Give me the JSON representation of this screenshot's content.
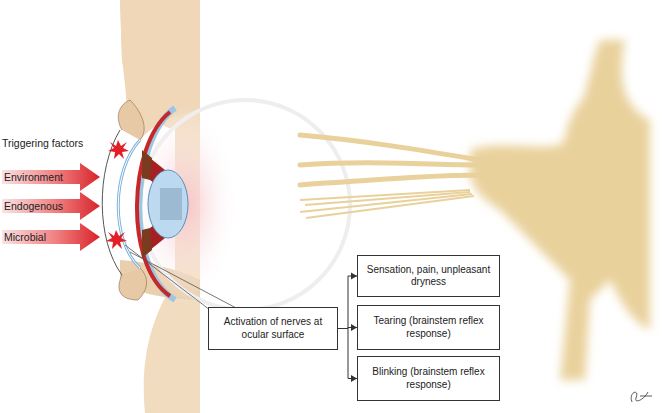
{
  "diagram": {
    "nodes": [
      {
        "text": [
          "Activation of nerves at ocular surface"
        ]
      },
      {
        "text": [
          "Sensation, pain, unpleasant dryness"
        ]
      },
      {
        "text": [
          "Tearing (brainstem reflex response)"
        ]
      },
      {
        "text": [
          "Blinking (brainstem reflex response)"
        ]
      }
    ],
    "edges": [
      {
        "from": 0,
        "to": 1,
        "arrow": "to"
      },
      {
        "from": 0,
        "to": 2,
        "arrow": "to"
      },
      {
        "from": 0,
        "to": 3,
        "arrow": "to"
      }
    ],
    "labels": [
      "Triggering factors",
      "Environment",
      "Endogenous",
      "Microbial"
    ]
  }
}
